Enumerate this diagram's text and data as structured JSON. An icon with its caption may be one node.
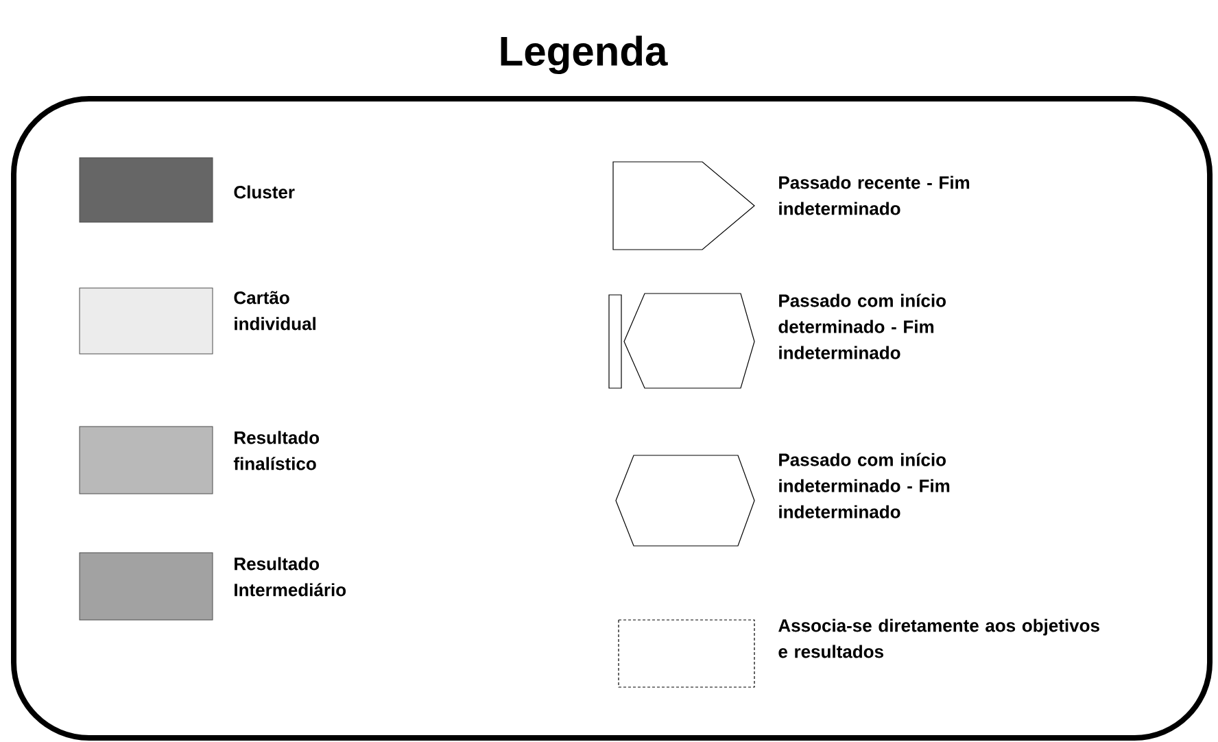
{
  "diagram": {
    "title": "Legenda",
    "legend": [
      {
        "text": "Cluster",
        "color": "#666666"
      },
      {
        "text": "Cartão individual",
        "color": "#ececec"
      },
      {
        "text": "Resultado finalístico",
        "color": "#b9b9b9"
      },
      {
        "text": "Resultado Intermediário",
        "color": "#a2a2a2"
      },
      {
        "text": "Passado recente - Fim indeterminado"
      },
      {
        "text": "Passado com início determinado - Fim indeterminado"
      },
      {
        "text": "Passado com início indeterminado - Fim indeterminado"
      },
      {
        "text": "Associa-se diretamente aos objetivos e resultados"
      }
    ]
  }
}
